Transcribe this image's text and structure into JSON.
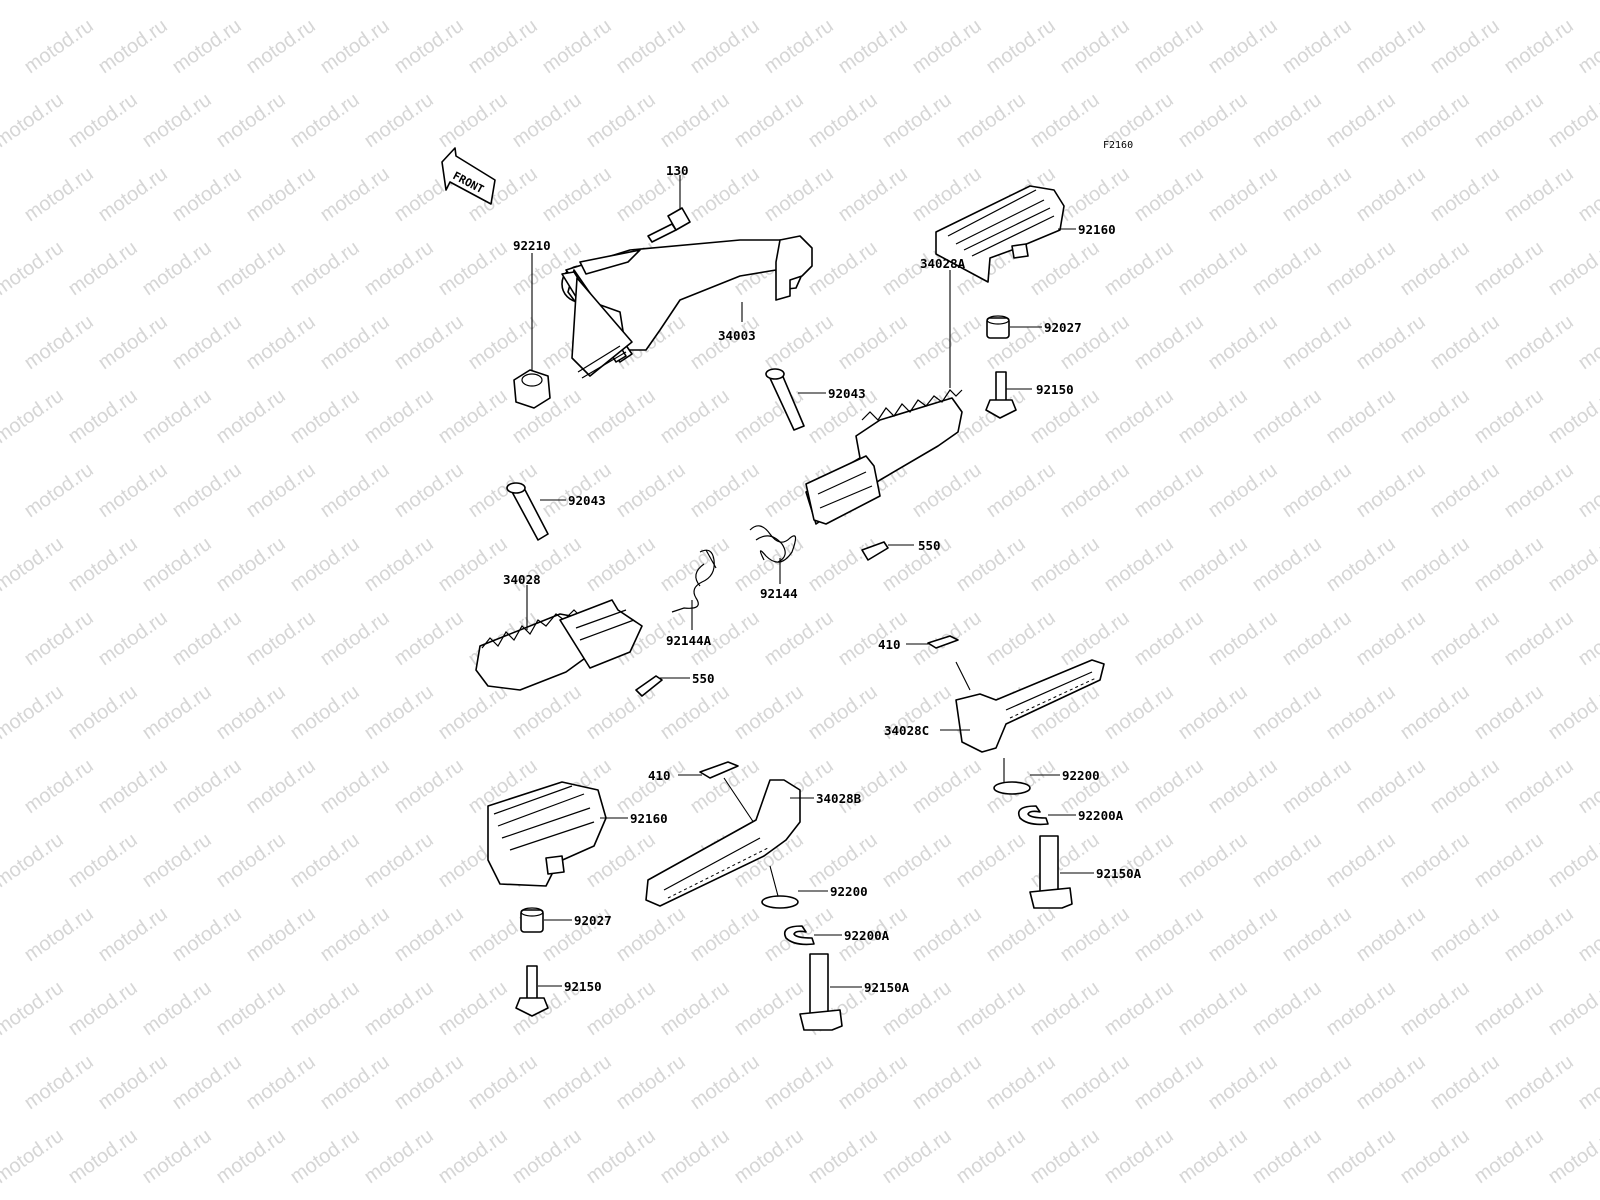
{
  "watermark": "motod.ru",
  "figure_code": "F2160",
  "front_arrow_text": "FRONT",
  "labels": {
    "p130": "130",
    "p34003": "34003",
    "p92210": "92210",
    "p92160_top": "92160",
    "p92027_top": "92027",
    "p34028A": "34028A",
    "p92150_top": "92150",
    "p92043_top": "92043",
    "p92043_left": "92043",
    "p550_right": "550",
    "p34028": "34028",
    "p92144": "92144",
    "p92144A": "92144A",
    "p550_left": "550",
    "p410_right": "410",
    "p34028C": "34028C",
    "p92200_right": "92200",
    "p92200A_right": "92200A",
    "p92150A_right": "92150A",
    "p410_left": "410",
    "p34028B": "34028B",
    "p92160_bottom": "92160",
    "p92200_left": "92200",
    "p92027_bottom": "92027",
    "p92200A_left": "92200A",
    "p92150_bottom": "92150",
    "p92150A_left": "92150A"
  }
}
